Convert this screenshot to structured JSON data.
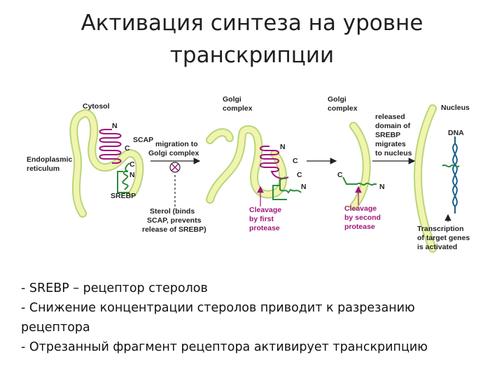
{
  "title": {
    "line1": "Активация синтеза на уровне",
    "line2": "транскрипции"
  },
  "diagram": {
    "cytosol": "Cytosol",
    "er_line1": "Endoplasmic",
    "er_line2": "reticulum",
    "golgi1_line1": "Golgi",
    "golgi1_line2": "complex",
    "golgi2_line1": "Golgi",
    "golgi2_line2": "complex",
    "nucleus": "Nucleus",
    "n_label": "N",
    "c_label": "C",
    "scap": "SCAP",
    "srebp": "SREBP",
    "migration_line1": "migration to",
    "migration_line2": "Golgi complex",
    "sterol_line1": "Sterol (binds",
    "sterol_line2": "SCAP, prevents",
    "sterol_line3": "release of SREBP)",
    "cleavage1_line1": "Cleavage",
    "cleavage1_line2": "by first",
    "cleavage1_line3": "protease",
    "cleavage2_line1": "Cleavage",
    "cleavage2_line2": "by second",
    "cleavage2_line3": "protease",
    "released_line1": "released",
    "released_line2": "domain of",
    "released_line3": "SREBP",
    "released_line4": "migrates",
    "released_line5": "to nucleus",
    "dna": "DNA",
    "transcription_line1": "Transcription",
    "transcription_line2": "of target genes",
    "transcription_line3": "is activated",
    "colors": {
      "membrane_fill": "#f1f4ae",
      "membrane_stroke": "#b7d67a",
      "scap": "#a0157a",
      "srebp": "#2e8b3d",
      "dna": "#1c5f8c",
      "arrow": "#222222"
    }
  },
  "bullets": [
    "- SREBP – рецептор стеролов",
    "- Снижение концентрации стеролов приводит к разрезанию",
    "рецептора",
    "- Отрезанный фрагмент рецептора активирует транскрипцию"
  ]
}
